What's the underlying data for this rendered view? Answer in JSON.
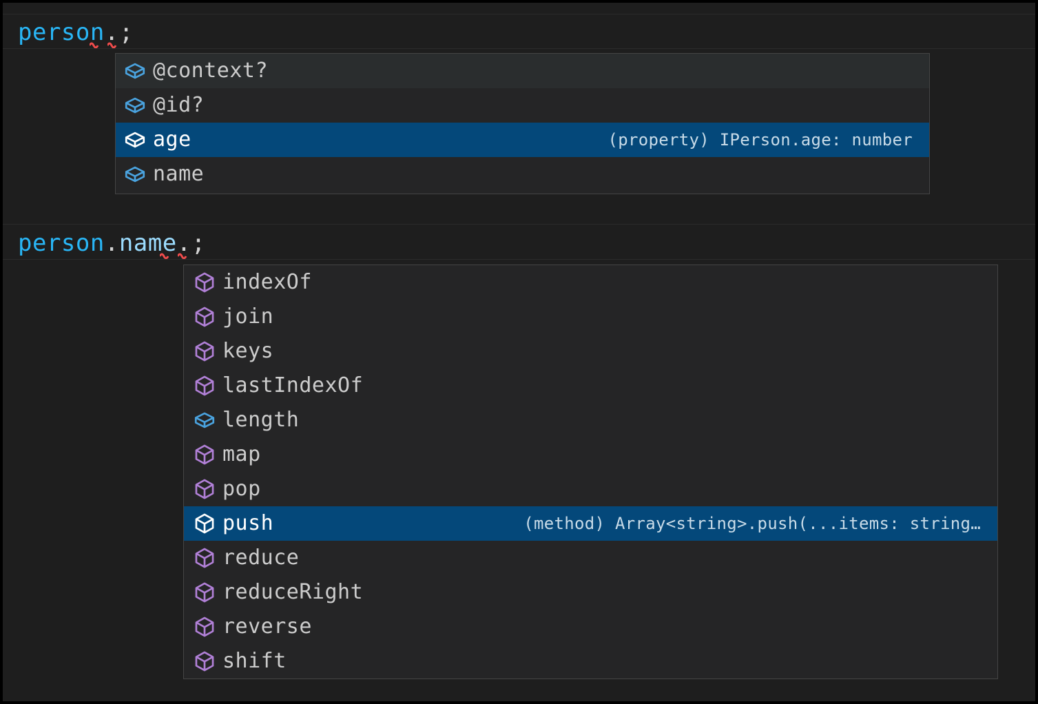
{
  "editor": {
    "background_color": "#1e1e1e",
    "frame_color": "#000000",
    "code_lines": [
      {
        "name": "line-person",
        "tokens": [
          {
            "text": "person",
            "kind": "variable"
          },
          {
            "text": ".",
            "kind": "punctuation"
          },
          {
            "text": ";",
            "kind": "punctuation"
          }
        ],
        "full_text": "person.;",
        "has_error_squiggles": true
      },
      {
        "name": "line-person-name",
        "tokens": [
          {
            "text": "person",
            "kind": "variable"
          },
          {
            "text": ".",
            "kind": "punctuation"
          },
          {
            "text": "name",
            "kind": "property"
          },
          {
            "text": ".",
            "kind": "punctuation"
          },
          {
            "text": ";",
            "kind": "punctuation"
          }
        ],
        "full_text": "person.name.;",
        "has_error_squiggles": true
      }
    ],
    "colors": {
      "variable": "#29b6f6",
      "property": "#9cdcfe",
      "punctuation": "#d4d4d4",
      "error_squiggle": "#f14c4c",
      "selection_blue": "#04487a",
      "widget_background": "#252526",
      "widget_border": "#454545",
      "hover_background": "#2a2d2e",
      "icon_property": "#4aa3df",
      "icon_method": "#b180d7",
      "icon_selected": "#ffffff"
    }
  },
  "suggest_widgets": [
    {
      "name": "suggest-widget-person",
      "for_expression": "person.",
      "items": [
        {
          "label": "@context?",
          "icon": "property-cube-icon",
          "icon_kind": "property",
          "state": "hover",
          "detail": ""
        },
        {
          "label": "@id?",
          "icon": "property-cube-icon",
          "icon_kind": "property",
          "state": "normal",
          "detail": ""
        },
        {
          "label": "age",
          "icon": "property-cube-icon",
          "icon_kind": "property",
          "state": "selected",
          "detail": "(property) IPerson.age: number"
        },
        {
          "label": "name",
          "icon": "property-cube-icon",
          "icon_kind": "property",
          "state": "normal",
          "detail": ""
        }
      ]
    },
    {
      "name": "suggest-widget-name",
      "for_expression": "person.name.",
      "items": [
        {
          "label": "indexOf",
          "icon": "method-cube-icon",
          "icon_kind": "method",
          "state": "normal",
          "detail": ""
        },
        {
          "label": "join",
          "icon": "method-cube-icon",
          "icon_kind": "method",
          "state": "normal",
          "detail": ""
        },
        {
          "label": "keys",
          "icon": "method-cube-icon",
          "icon_kind": "method",
          "state": "normal",
          "detail": ""
        },
        {
          "label": "lastIndexOf",
          "icon": "method-cube-icon",
          "icon_kind": "method",
          "state": "normal",
          "detail": ""
        },
        {
          "label": "length",
          "icon": "property-cube-icon",
          "icon_kind": "property",
          "state": "normal",
          "detail": ""
        },
        {
          "label": "map",
          "icon": "method-cube-icon",
          "icon_kind": "method",
          "state": "normal",
          "detail": ""
        },
        {
          "label": "pop",
          "icon": "method-cube-icon",
          "icon_kind": "method",
          "state": "normal",
          "detail": ""
        },
        {
          "label": "push",
          "icon": "method-cube-icon",
          "icon_kind": "method",
          "state": "selected",
          "detail": "(method) Array<string>.push(...items: string…"
        },
        {
          "label": "reduce",
          "icon": "method-cube-icon",
          "icon_kind": "method",
          "state": "normal",
          "detail": ""
        },
        {
          "label": "reduceRight",
          "icon": "method-cube-icon",
          "icon_kind": "method",
          "state": "normal",
          "detail": ""
        },
        {
          "label": "reverse",
          "icon": "method-cube-icon",
          "icon_kind": "method",
          "state": "normal",
          "detail": ""
        },
        {
          "label": "shift",
          "icon": "method-cube-icon",
          "icon_kind": "method",
          "state": "normal",
          "detail": ""
        }
      ]
    }
  ]
}
